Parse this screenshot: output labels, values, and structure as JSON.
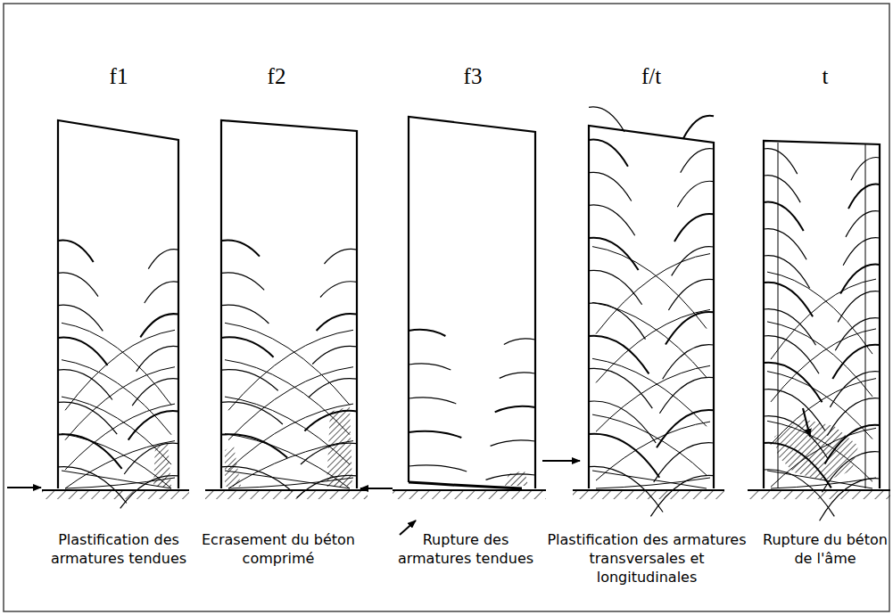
{
  "diagram": {
    "labels": [
      "f1",
      "f2",
      "f3",
      "f/t",
      "t",
      "Plastification des armatures tendues",
      "Ecrasement du béton comprimé",
      "Rupture des armatures tendues",
      "Plastification des armatures transversales et longitudinales",
      "Rupture du béton de l'âme"
    ]
  }
}
